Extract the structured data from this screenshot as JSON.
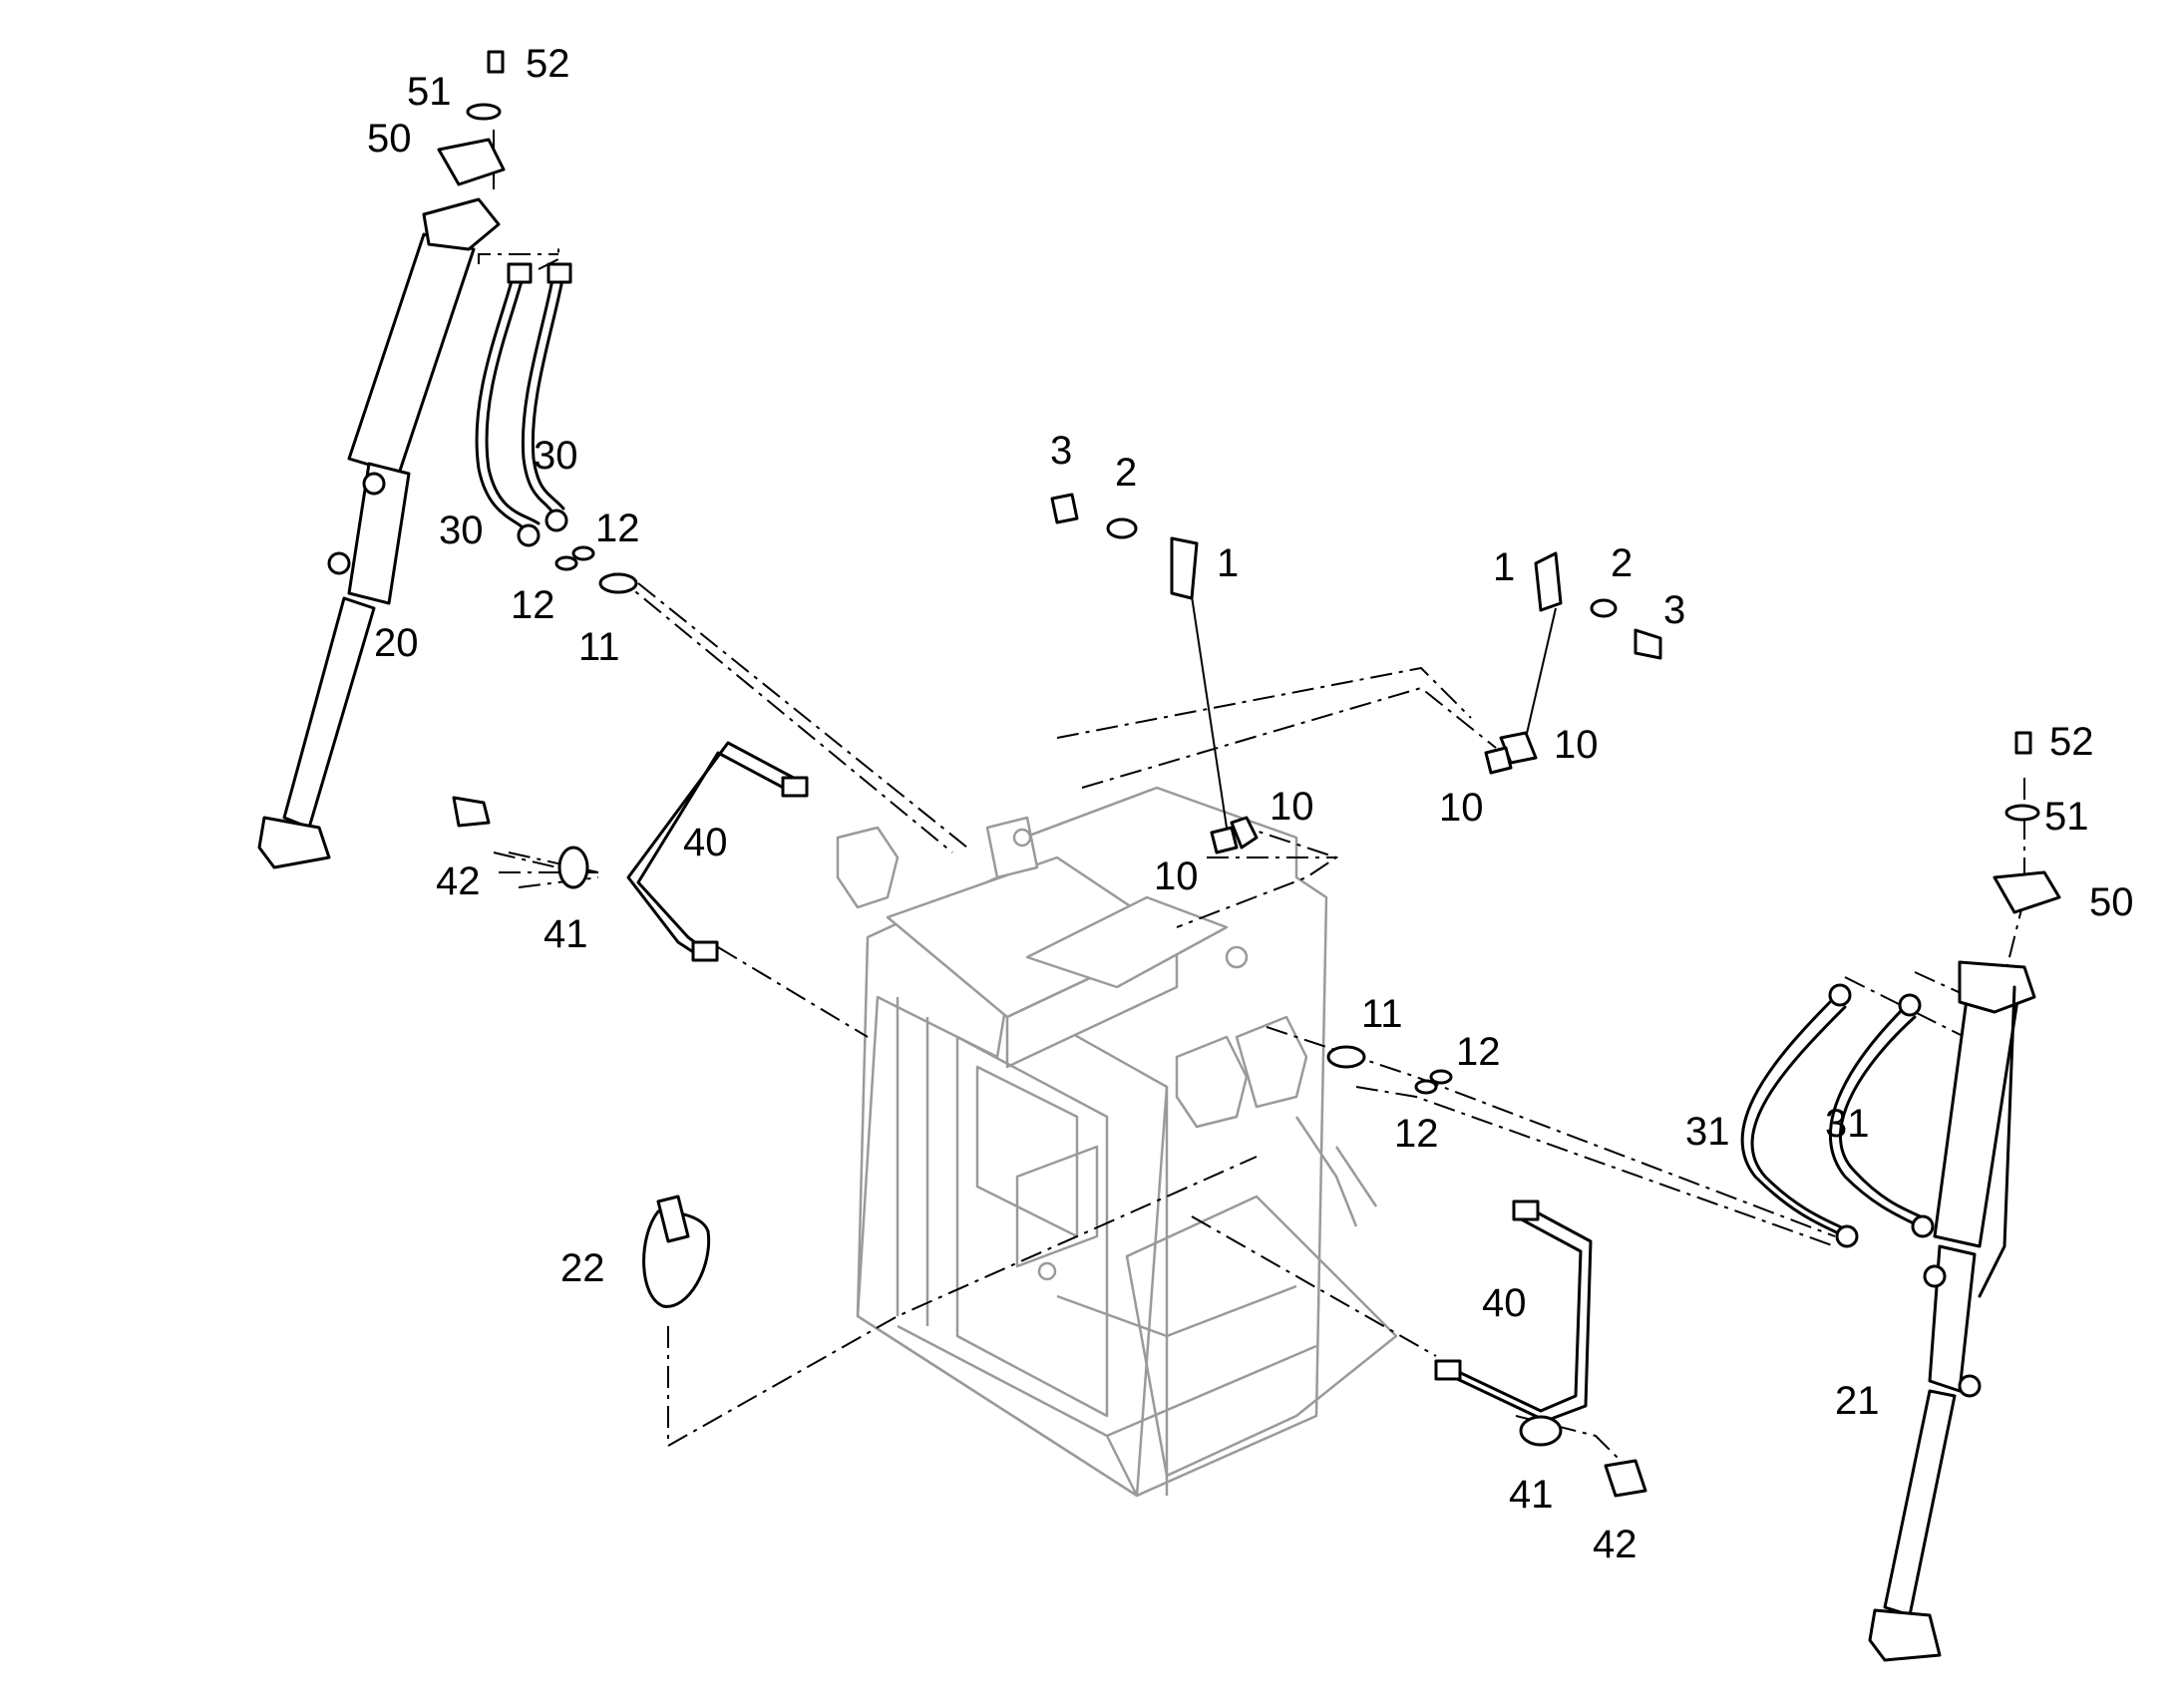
{
  "callouts": [
    {
      "id": "c52a",
      "text": "52"
    },
    {
      "id": "c51a",
      "text": "51"
    },
    {
      "id": "c50a",
      "text": "50"
    },
    {
      "id": "c30a",
      "text": "30"
    },
    {
      "id": "c30b",
      "text": "30"
    },
    {
      "id": "c12a",
      "text": "12"
    },
    {
      "id": "c12b",
      "text": "12"
    },
    {
      "id": "c11a",
      "text": "11"
    },
    {
      "id": "c20",
      "text": "20"
    },
    {
      "id": "c3a",
      "text": "3"
    },
    {
      "id": "c2a",
      "text": "2"
    },
    {
      "id": "c1a",
      "text": "1"
    },
    {
      "id": "c1b",
      "text": "1"
    },
    {
      "id": "c2b",
      "text": "2"
    },
    {
      "id": "c3b",
      "text": "3"
    },
    {
      "id": "c10a",
      "text": "10"
    },
    {
      "id": "c10b",
      "text": "10"
    },
    {
      "id": "c10c",
      "text": "10"
    },
    {
      "id": "c10d",
      "text": "10"
    },
    {
      "id": "c42a",
      "text": "42"
    },
    {
      "id": "c41a",
      "text": "41"
    },
    {
      "id": "c40a",
      "text": "40"
    },
    {
      "id": "c52b",
      "text": "52"
    },
    {
      "id": "c51b",
      "text": "51"
    },
    {
      "id": "c50b",
      "text": "50"
    },
    {
      "id": "c11b",
      "text": "11"
    },
    {
      "id": "c12c",
      "text": "12"
    },
    {
      "id": "c12d",
      "text": "12"
    },
    {
      "id": "c31a",
      "text": "31"
    },
    {
      "id": "c31b",
      "text": "31"
    },
    {
      "id": "c22",
      "text": "22"
    },
    {
      "id": "c40b",
      "text": "40"
    },
    {
      "id": "c41b",
      "text": "41"
    },
    {
      "id": "c42b",
      "text": "42"
    },
    {
      "id": "c21",
      "text": "21"
    }
  ]
}
